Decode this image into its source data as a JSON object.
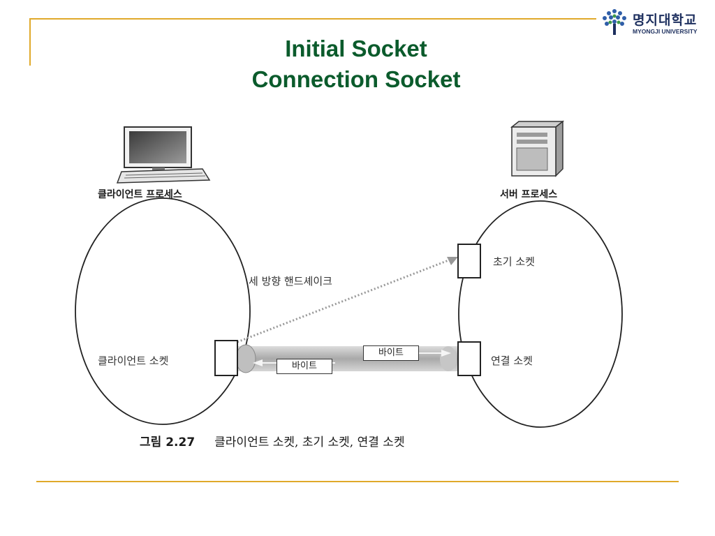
{
  "logo": {
    "name": "명지대학교",
    "subtitle": "MYONGJI UNIVERSITY"
  },
  "title": {
    "line1": "Initial Socket",
    "line2": "Connection Socket"
  },
  "diagram": {
    "client_process_label": "클라이언트 프로세스",
    "server_process_label": "서버 프로세스",
    "client_socket_label": "클라이언트 소켓",
    "initial_socket_label": "초기 소켓",
    "connection_socket_label": "연결 소켓",
    "handshake_label": "세 방향 핸드셰이크",
    "byte_upper_label": "바이트",
    "byte_lower_label": "바이트"
  },
  "caption": {
    "number": "그림 2.27",
    "text": "클라이언트 소켓, 초기 소켓, 연결 소켓"
  },
  "colors": {
    "title": "#0b5b2c",
    "rule": "#e0a92a",
    "logo": "#1d2f5e"
  }
}
